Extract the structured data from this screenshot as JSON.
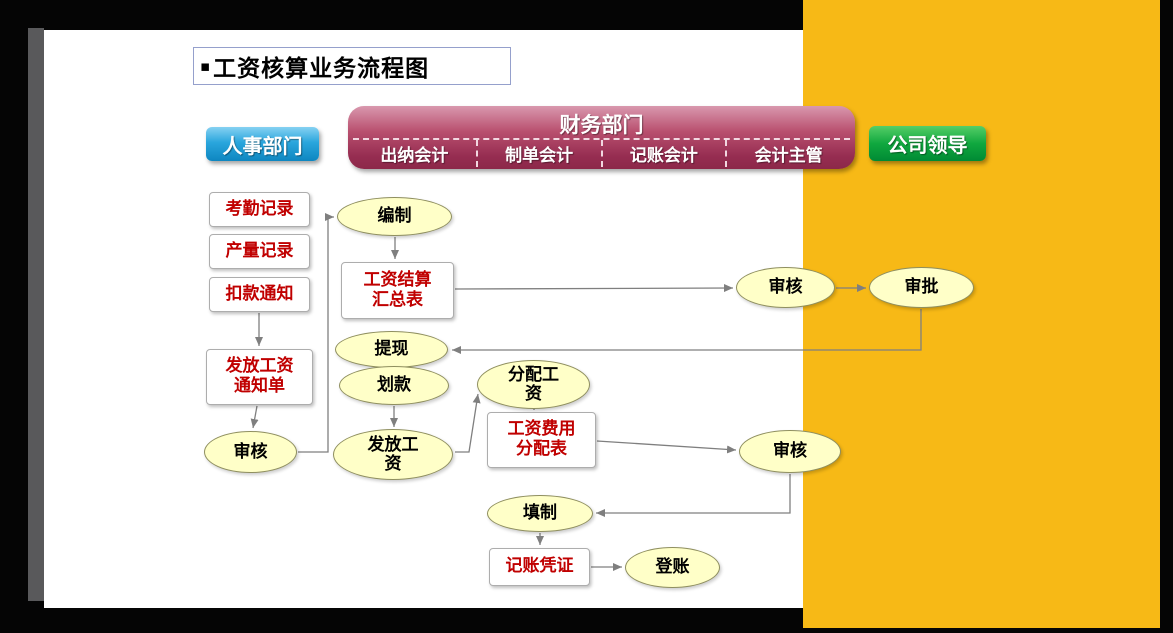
{
  "title": {
    "bullet": "▪",
    "text": "工资核算业务流程图"
  },
  "lanes": {
    "hr": {
      "label": "人事部门"
    },
    "finance": {
      "label": "财务部门",
      "sub_lanes": [
        "出纳会计",
        "制单会计",
        "记账会计",
        "会计主管"
      ]
    },
    "leader": {
      "label": "公司领导"
    }
  },
  "nodes": {
    "attendance_record": {
      "label": "考勤记录"
    },
    "output_record": {
      "label": "产量记录"
    },
    "deduction_notice": {
      "label": "扣款通知"
    },
    "payroll_notice": {
      "label": "发放工资\n通知单"
    },
    "review_hr": {
      "label": "审核"
    },
    "compile": {
      "label": "编制"
    },
    "payroll_summary": {
      "label": "工资结算\n汇总表"
    },
    "withdraw": {
      "label": "提现"
    },
    "transfer": {
      "label": "划款"
    },
    "pay_wages": {
      "label": "发放工\n资"
    },
    "allocate_wages": {
      "label": "分配工\n资"
    },
    "expense_allocation": {
      "label": "工资费用\n分配表"
    },
    "review_top": {
      "label": "审核"
    },
    "approve": {
      "label": "审批"
    },
    "review_mid": {
      "label": "审核"
    },
    "fill_in": {
      "label": "填制"
    },
    "voucher": {
      "label": "记账凭证"
    },
    "post_ledger": {
      "label": "登账"
    }
  },
  "colors": {
    "hr_lane": "#1E9CD7",
    "finance_lane": "#A43C5E",
    "leader_lane": "#00A03C",
    "process_fill": "#FFFFC8",
    "document_text": "#C00000",
    "side_panel": "#F7B916",
    "arrow": "#7F7F7F"
  }
}
